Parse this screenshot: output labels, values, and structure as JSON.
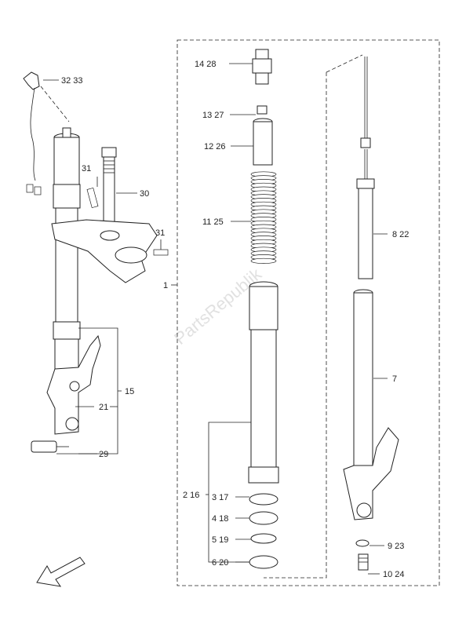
{
  "labels": {
    "l32_33": "32 33",
    "l31a": "31",
    "l30": "30",
    "l31b": "31",
    "l15": "15",
    "l21": "21",
    "l29": "29",
    "l1": "1",
    "l14_28": "14 28",
    "l13_27": "13 27",
    "l12_26": "12 26",
    "l11_25": "11 25",
    "l2_16": "2 16",
    "l3_17": "3 17",
    "l4_18": "4 18",
    "l5_19": "5 19",
    "l6_20": "6 20",
    "l8_22": "8 22",
    "l7": "7",
    "l9_23": "9 23",
    "l10_24": "10 24"
  },
  "watermark": "PartsRepublik",
  "direction_icon": "arrow-front-icon"
}
